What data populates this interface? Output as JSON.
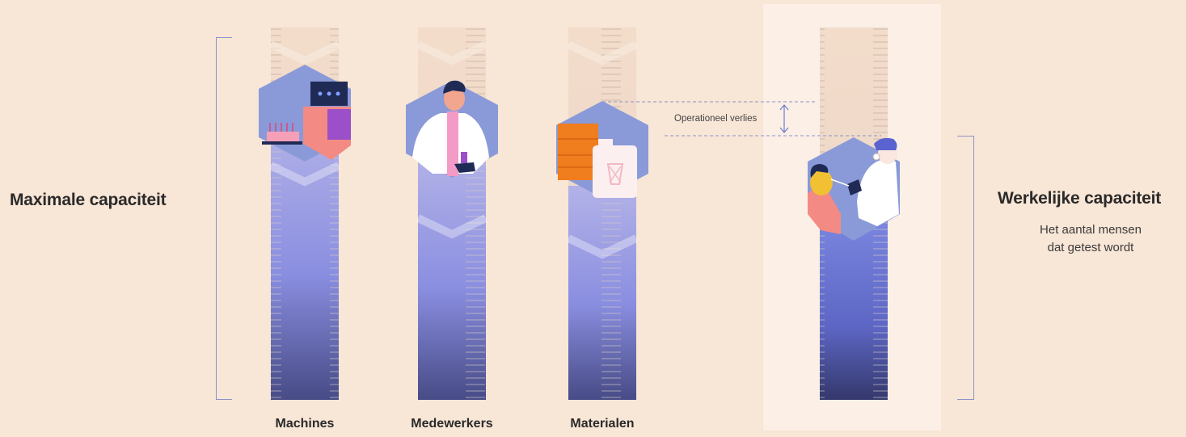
{
  "diagram": {
    "left_label": "Maximale capaciteit",
    "right_title": "Werkelijke capaciteit",
    "right_subtitle_line1": "Het aantal mensen",
    "right_subtitle_line2": "dat getest wordt",
    "operational_loss_label": "Operationeel verlies",
    "columns": [
      {
        "label": "Machines",
        "icon": "lab-machine-icon"
      },
      {
        "label": "Medewerkers",
        "icon": "lab-worker-icon"
      },
      {
        "label": "Materialen",
        "icon": "materials-canister-icon"
      }
    ],
    "result_icon": "swab-test-icon"
  },
  "colors": {
    "background": "#f8e6d6",
    "bar_top": "#a8a9e6",
    "bar_bottom": "#3a3e7a",
    "hexagon": "#8a9ad8",
    "bracket": "#8b93c9",
    "accent_pink": "#f07a8a",
    "accent_orange": "#f07d1e",
    "accent_purple": "#9b4fc8"
  }
}
